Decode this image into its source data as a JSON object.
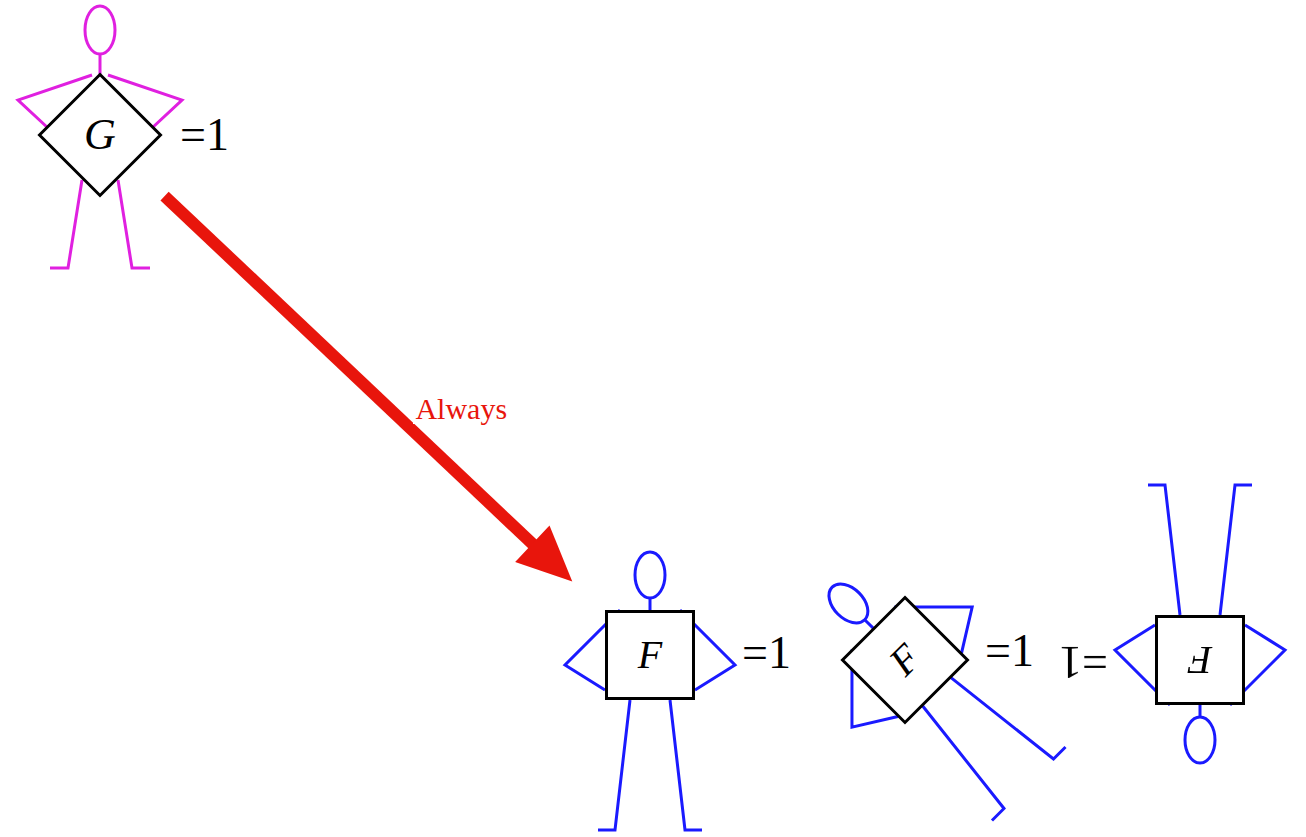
{
  "diagram": {
    "nodes": [
      {
        "text": [
          "G",
          "=1"
        ]
      },
      {
        "text": [
          "F",
          "=1"
        ]
      },
      {
        "text": [
          "F",
          "=1"
        ]
      },
      {
        "text": [
          "F",
          "=1"
        ]
      }
    ],
    "edges": [
      {
        "from": 0,
        "to": 1,
        "arrow": "to",
        "label": "Always"
      }
    ]
  }
}
